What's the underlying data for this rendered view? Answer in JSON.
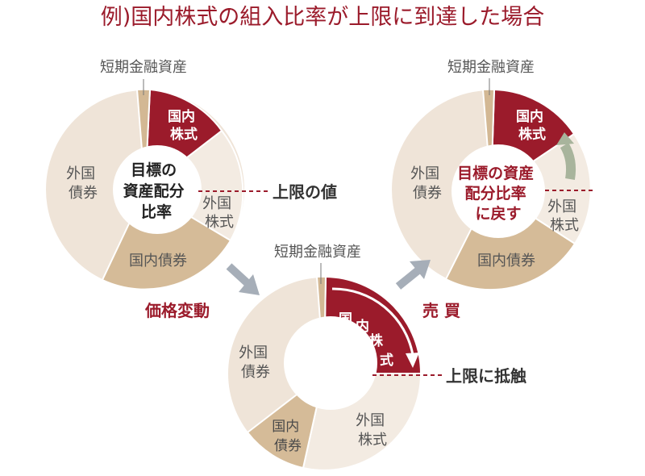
{
  "title": "例)国内株式の組入比率が上限に到達した場合",
  "colors": {
    "domestic_stock": "#9b1b2b",
    "foreign_bond": "#efe4d8",
    "domestic_bond": "#d5bb98",
    "foreign_stock": "#f3ebe2",
    "short_term": "#d3b894",
    "arrow": "#a6aeb8",
    "return_arrow": "#a8b49c",
    "text_red": "#9b1b2b"
  },
  "pie_left": {
    "short_term": "短期金融資産",
    "domestic_stock": [
      "国内",
      "株式"
    ],
    "foreign_stock": [
      "外国",
      "株式"
    ],
    "domestic_bond": "国内債券",
    "foreign_bond": [
      "外国",
      "債券"
    ],
    "center": [
      "目標の",
      "資産配分",
      "比率"
    ]
  },
  "pie_right": {
    "short_term": "短期金融資産",
    "domestic_stock": [
      "国内",
      "株式"
    ],
    "foreign_stock": [
      "外国",
      "株式"
    ],
    "domestic_bond": "国内債券",
    "foreign_bond": [
      "外国",
      "債券"
    ],
    "center": [
      "目標の資産",
      "配分比率",
      "に戻す"
    ]
  },
  "pie_bottom": {
    "short_term": "短期金融資産",
    "domestic_stock": [
      "国",
      "内",
      "株",
      "式"
    ],
    "foreign_stock": [
      "外国",
      "株式"
    ],
    "domestic_bond": [
      "国内",
      "債券"
    ],
    "foreign_bond": [
      "外国",
      "債券"
    ]
  },
  "callouts": {
    "upper_limit": "上限の値",
    "touch_limit": "上限に抵触"
  },
  "actions": {
    "price_change": "価格変動",
    "trade": "売 買"
  }
}
